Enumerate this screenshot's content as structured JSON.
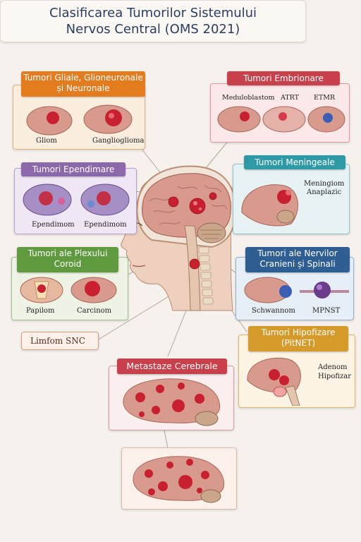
{
  "title": {
    "line1": "Clasificarea Tumorilor Sistemului",
    "line2": "Nervos Central (OMS 2021)"
  },
  "glial": {
    "header_line1": "Tumori Gliale, Glioneuronale",
    "header_line2": "și Neuronale",
    "items": [
      "Gliom",
      "Ganglioglioma"
    ]
  },
  "embrionare": {
    "header": "Tumori Embrionare",
    "items": [
      "Meduloblastom",
      "ATRT",
      "ETMR"
    ]
  },
  "ependimare": {
    "header": "Tumori Ependimare",
    "items": [
      "Ependimom",
      "Ependimom"
    ]
  },
  "meningeale": {
    "header": "Tumori Meningeale",
    "items_line1": "Meningiom",
    "items_line2": "Anaplazic"
  },
  "plexul": {
    "header_line1": "Tumori ale Plexului",
    "header_line2": "Coroid",
    "items": [
      "Papilom",
      "Carcinom"
    ]
  },
  "nervi": {
    "header_line1": "Tumori ale Nervilor",
    "header_line2": "Cranieni și Spinali",
    "items": [
      "Schwannom",
      "MPNST"
    ]
  },
  "limfom": {
    "label": "Limfom SNC"
  },
  "hipofizare": {
    "header_line1": "Tumori Hipofizare",
    "header_line2": "(PitNET)",
    "items_line1": "Adenom",
    "items_line2": "Hipofizar"
  },
  "metastaze": {
    "header": "Metastaze Cerebrale"
  },
  "colors": {
    "orange": "#e37c1f",
    "red": "#c8404b",
    "purple": "#8a68aa",
    "teal": "#2f9aa6",
    "green": "#5f9a3f",
    "blue": "#2f5e94",
    "gold": "#d59a2a",
    "brain": "#d99a8e",
    "tumor": "#c8202f"
  }
}
